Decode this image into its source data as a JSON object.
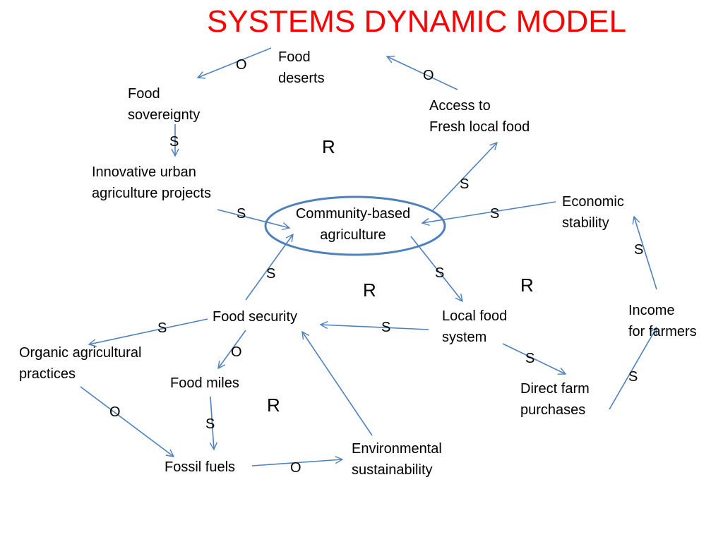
{
  "title": "SYSTEMS DYNAMIC MODEL",
  "colors": {
    "title": "#ff0000",
    "arrow": "#4f81bd",
    "ellipse": "#4f81bd",
    "text": "#000000"
  },
  "nodes": {
    "food_deserts": "Food\ndeserts",
    "access_fresh_food": "Access to\nFresh local food",
    "food_sovereignty": "Food\nsovereignty",
    "innovative_urban_agriculture": "Innovative urban\nagriculture projects",
    "community_based_agriculture": "Community-based\nagriculture",
    "economic_stability": "Economic\nstability",
    "income_for_farmers": "Income\nfor farmers",
    "local_food_system": "Local food\nsystem",
    "direct_farm_purchases": "Direct farm\npurchases",
    "food_security": "Food security",
    "organic_practices": "Organic agricultural\npractices",
    "food_miles": "Food miles",
    "fossil_fuels": "Fossil fuels",
    "environmental_sustainability": "Environmental\nsustainability"
  },
  "polarities": {
    "deserts_to_sovereignty": "O",
    "access_to_deserts": "O",
    "sovereignty_to_innovative": "S",
    "cba_to_access": "S",
    "innovative_to_cba": "S",
    "economic_to_cba": "S",
    "income_to_economic": "S",
    "security_to_cba": "S",
    "cba_to_local": "S",
    "local_to_security": "S",
    "security_to_organic": "S",
    "security_to_miles": "O",
    "local_to_direct": "S",
    "direct_to_income": "S",
    "organic_to_fossil": "O",
    "miles_to_fossil": "S",
    "fossil_to_env": "O"
  },
  "loops": {
    "top": "R",
    "middle": "R",
    "right": "R",
    "bottom": "R"
  }
}
